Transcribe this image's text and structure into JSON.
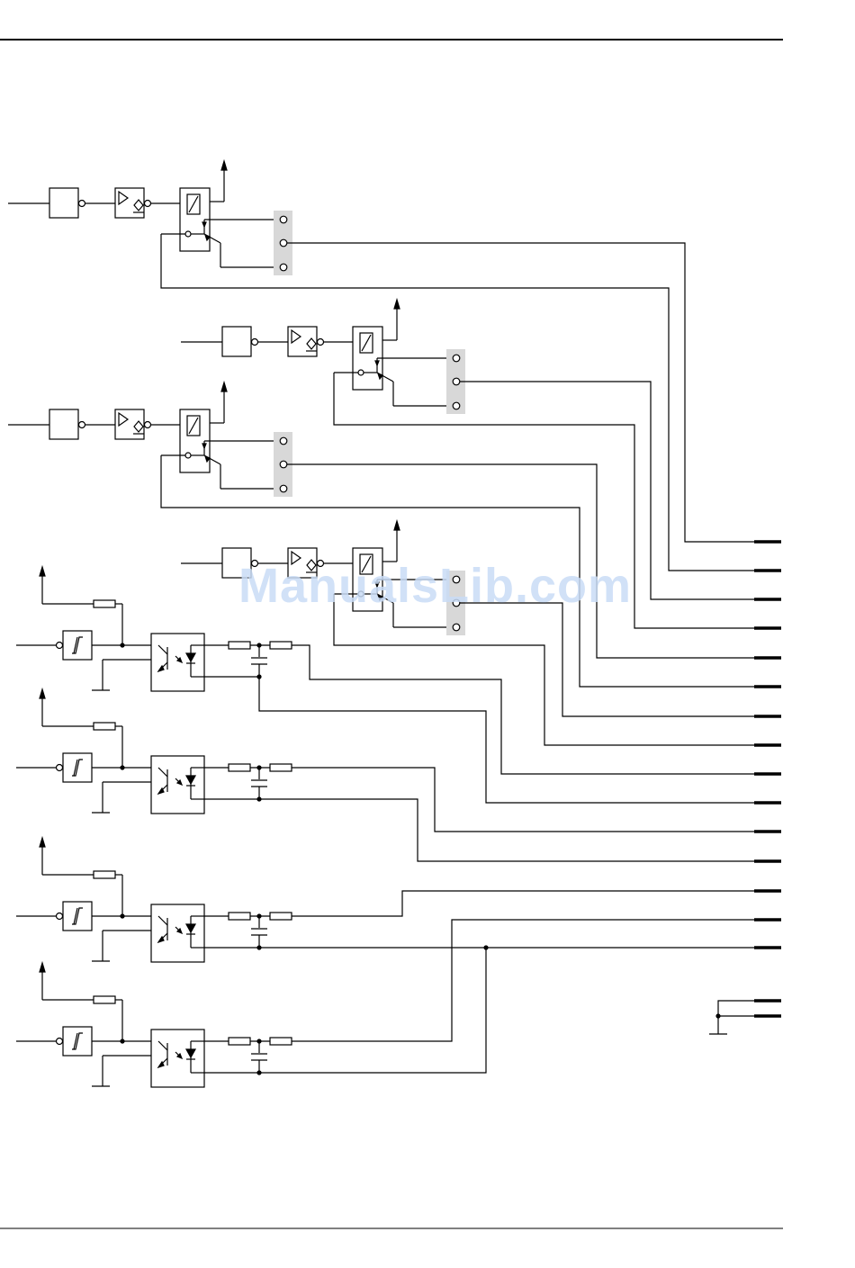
{
  "watermark": {
    "text": "ManualsLib.com"
  },
  "colors": {
    "line": "#000000",
    "terminal_block": "#d8d8d8",
    "watermark": "#c9dcf6"
  },
  "diagram": {
    "relay_channels": 4,
    "optocoupler_inputs": 4,
    "icons": [
      "relay-coil-icon",
      "driver-amplifier-icon",
      "schmitt-trigger-icon",
      "optocoupler-icon",
      "capacitor-icon",
      "resistor-icon",
      "ground-icon",
      "supply-arrow-icon"
    ]
  }
}
